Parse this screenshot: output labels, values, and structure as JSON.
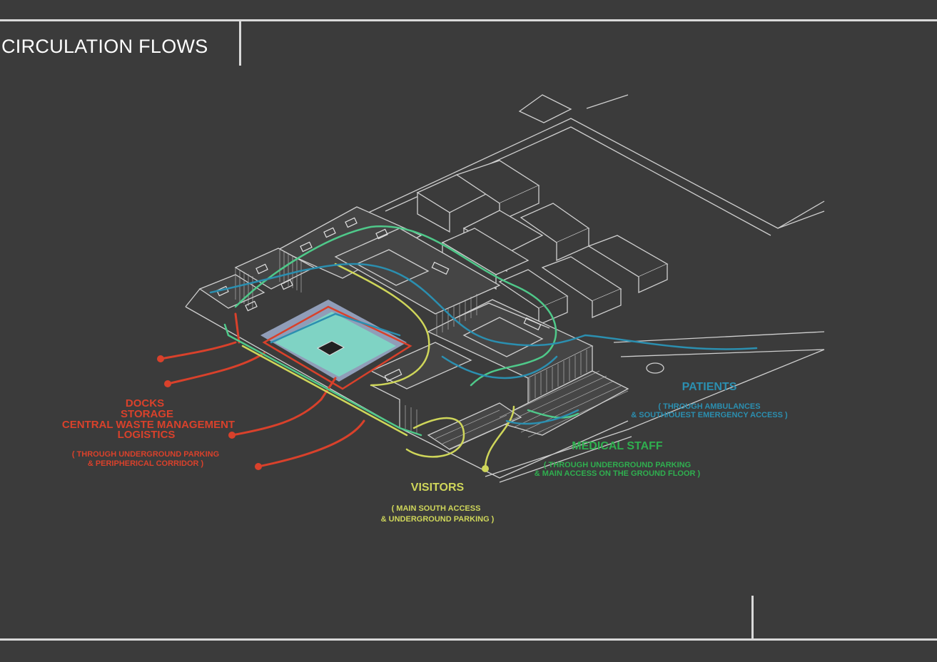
{
  "page": {
    "title": "CIRCULATION FLOWS"
  },
  "colors": {
    "background": "#3b3b3b",
    "frame": "#d9d9d9",
    "building_lines": "#cfcfcf",
    "courtyard": "#7fd3c4",
    "logistics": "#d9412b",
    "visitors": "#cfd65a",
    "medical_staff": "#2faf4f",
    "patients": "#2b8fb0"
  },
  "legend": {
    "logistics": {
      "lines": [
        "DOCKS",
        "STORAGE",
        "CENTRAL WASTE MANAGEMENT",
        "LOGISTICS"
      ],
      "note_lines": [
        "( THROUGH UNDERGROUND PARKING",
        "& PERIPHERICAL CORRIDOR )"
      ]
    },
    "visitors": {
      "title": "VISITORS",
      "note_lines": [
        "( MAIN SOUTH ACCESS",
        "& UNDERGROUND PARKING )"
      ]
    },
    "medical_staff": {
      "title": "MEDICAL STAFF",
      "note_lines": [
        "( THROUGH UNDERGROUND PARKING",
        "& MAIN ACCESS ON THE GROUND FLOOR )"
      ]
    },
    "patients": {
      "title": "PATIENTS",
      "note_lines": [
        "( THROUGH AMBULANCES",
        "& SOUTH/OUEST  EMERGENCY ACCESS )"
      ]
    }
  }
}
